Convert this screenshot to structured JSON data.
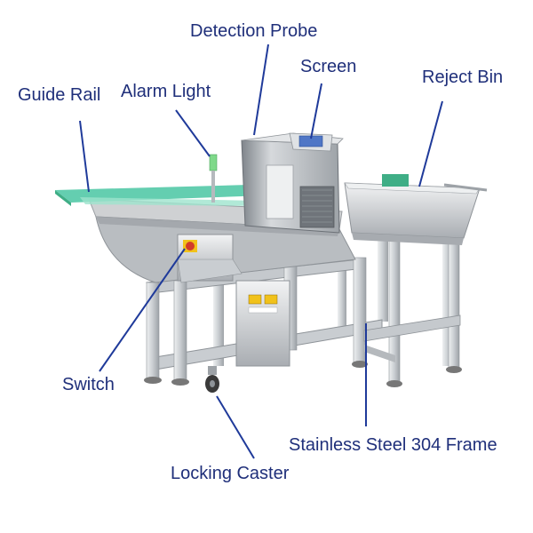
{
  "labels": {
    "detection_probe": "Detection Probe",
    "screen": "Screen",
    "reject_bin": "Reject Bin",
    "guide_rail": "Guide Rail",
    "alarm_light": "Alarm Light",
    "switch": "Switch",
    "frame": "Stainless Steel 304 Frame",
    "locking_caster": "Locking Caster"
  },
  "colors": {
    "label_text": "#1f2f7a",
    "leader_line": "#1f3a9a",
    "steel_light": "#d9dbdd",
    "steel_mid": "#b8bcc0",
    "steel_dark": "#8e9398",
    "belt": "#c8c9cb",
    "guide_rail": "#53c9a7",
    "alarm_light": "#7fd98a",
    "switch_red": "#d23b2a",
    "switch_yellow": "#f1c21b",
    "screen_blue": "#4f76c6",
    "caster": "#3a3a3a"
  }
}
